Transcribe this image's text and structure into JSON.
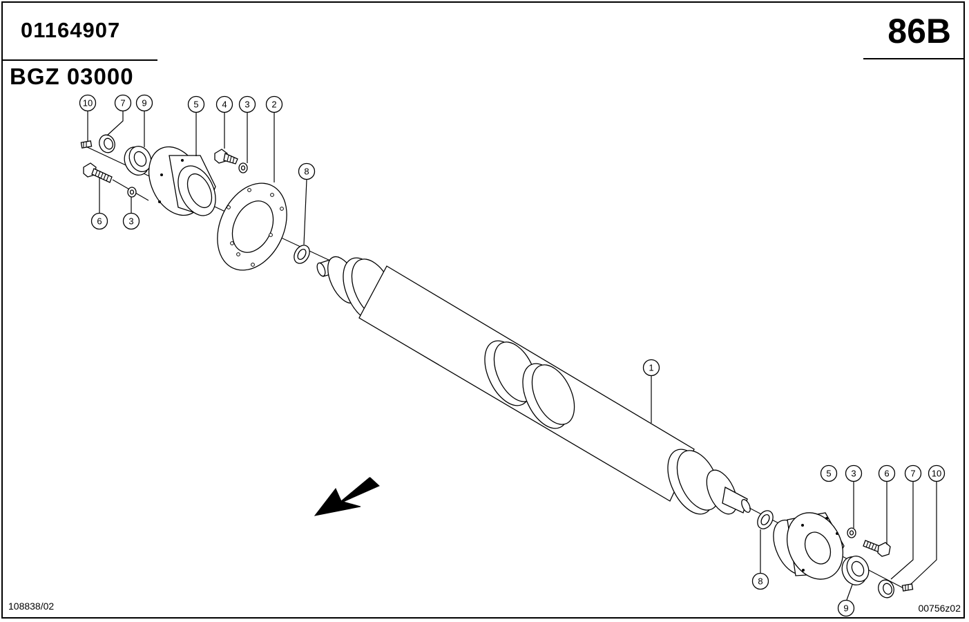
{
  "header": {
    "part_number": "01164907",
    "page_code": "86B",
    "group_code": "BGZ 03000"
  },
  "footer": {
    "doc_ref": "108838/02",
    "figure_ref": "00756z02"
  },
  "callouts": {
    "left_assembly": [
      "10",
      "7",
      "9",
      "5",
      "4",
      "3",
      "2",
      "8",
      "6",
      "3"
    ],
    "shaft": [
      "1"
    ],
    "right_assembly": [
      "5",
      "3",
      "6",
      "7",
      "10",
      "8",
      "9"
    ]
  },
  "icons": {
    "direction_arrow": "direction-arrow-icon"
  }
}
